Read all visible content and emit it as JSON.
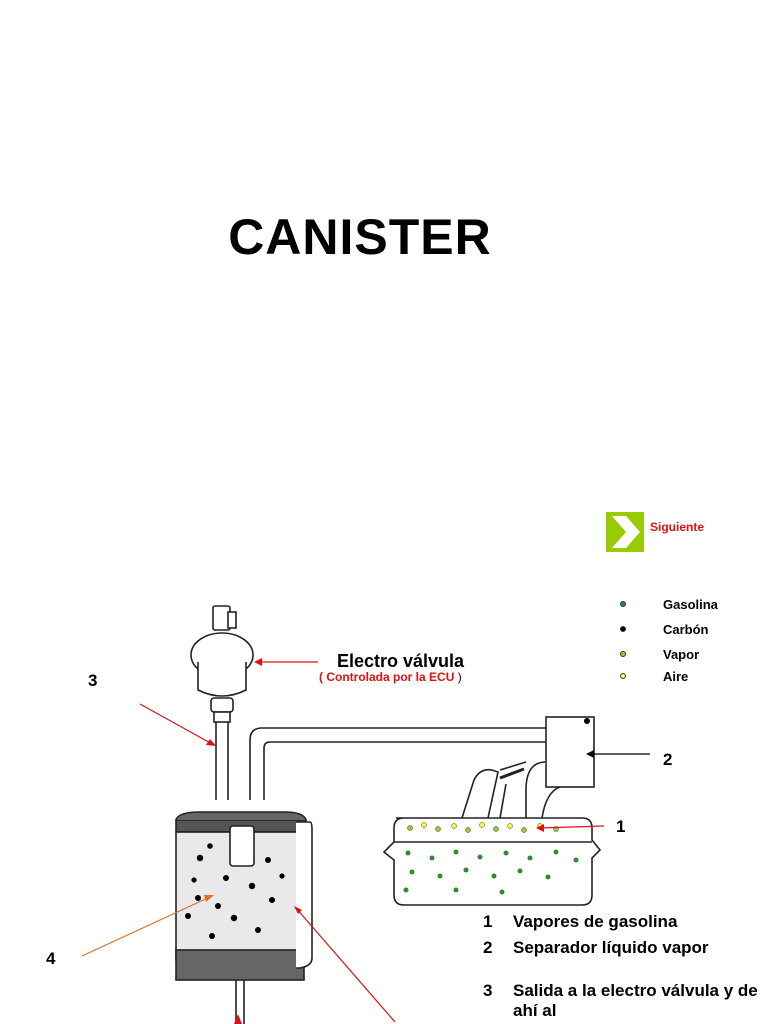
{
  "title": "CANISTER",
  "nav": {
    "next_label": "Siguiente",
    "accent": "#99cc00"
  },
  "legend": [
    {
      "label": "Gasolina",
      "color": "#2e8b2e",
      "icon": "gasolina-dot"
    },
    {
      "label": "Carbón",
      "color": "#000000",
      "icon": "carbon-dot"
    },
    {
      "label": "Vapor",
      "color": "#9acd32",
      "icon": "vapor-dot"
    },
    {
      "label": "Aire",
      "color": "#ffff33",
      "icon": "aire-dot"
    }
  ],
  "callouts": {
    "electro_valvula": "Electro válvula",
    "controlada_open": "( ",
    "controlada_red": "Controlada por la ECU",
    "controlada_close": " )",
    "n1": "1",
    "n2": "2",
    "n3": "3",
    "n4": "4"
  },
  "list": [
    {
      "n": "1",
      "text": "Vapores de gasolina"
    },
    {
      "n": "2",
      "text": "Separador líquido vapor"
    },
    {
      "n": "3",
      "text": "Salida a la electro válvula y de ahí al"
    }
  ]
}
